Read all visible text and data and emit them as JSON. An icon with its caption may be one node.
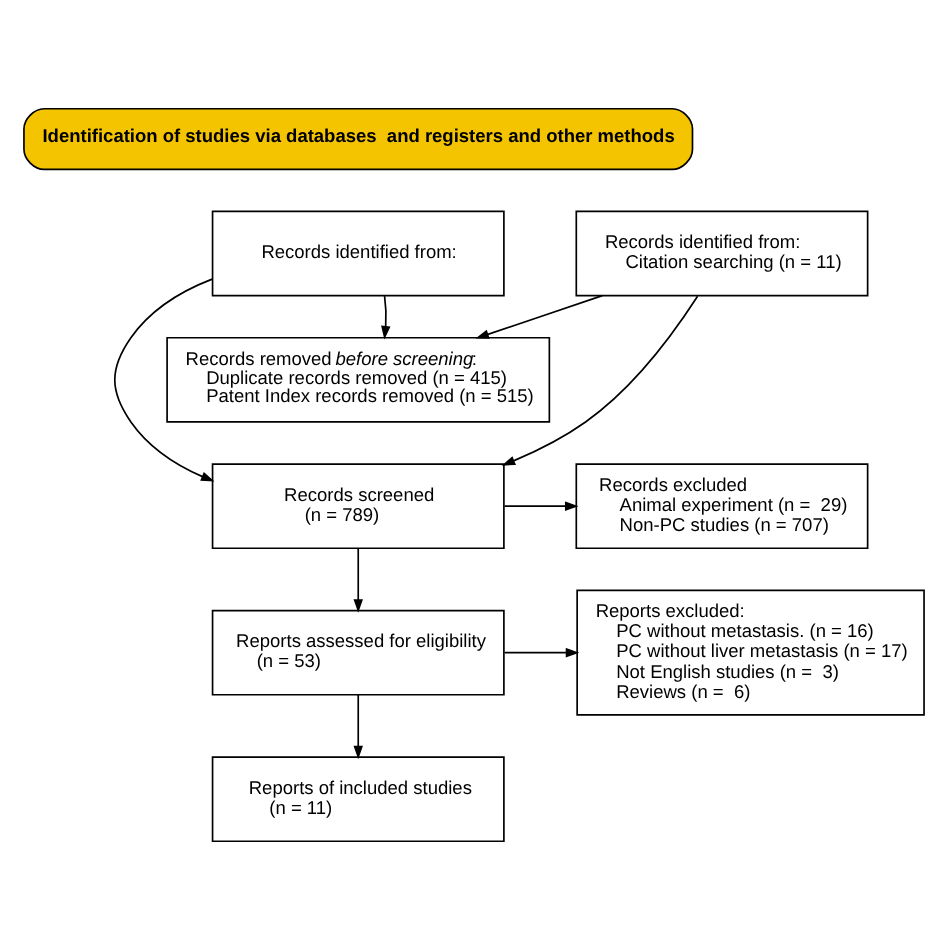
{
  "diagram": {
    "nodes": [
      {
        "text": [
          "Identification of studies via databases  and registers and other methods"
        ]
      },
      {
        "text": [
          "Records identified from:"
        ]
      },
      {
        "text": [
          "Records identified from:",
          "Citation searching (n = 11)"
        ]
      },
      {
        "text": [
          "Records removed *before screening*:",
          "Duplicate records removed (n = 415)",
          "Patent Index records removed (n = 515)"
        ]
      },
      {
        "text": [
          "Records screened",
          "(n = 789)"
        ]
      },
      {
        "text": [
          "Records excluded",
          "Animal experiment (n =  29)",
          "Non-PC studies (n = 707)"
        ]
      },
      {
        "text": [
          "Reports assessed for eligibility",
          "(n = 53)"
        ]
      },
      {
        "text": [
          "Reports excluded:",
          "PC without metastasis. (n = 16)",
          "PC without liver metastasis (n = 17)",
          "Not English studies (n =  3)",
          "Reviews (n =  6)"
        ]
      },
      {
        "text": [
          "Reports of included studies",
          "(n = 11)"
        ]
      }
    ],
    "edges": [
      {
        "from": 1,
        "to": 3,
        "arrow": "to"
      },
      {
        "from": 1,
        "to": 4,
        "arrow": "to"
      },
      {
        "from": 2,
        "to": 3,
        "arrow": "to"
      },
      {
        "from": 2,
        "to": 4,
        "arrow": "to"
      },
      {
        "from": 4,
        "to": 5,
        "arrow": "to"
      },
      {
        "from": 4,
        "to": 6,
        "arrow": "to"
      },
      {
        "from": 6,
        "to": 7,
        "arrow": "to"
      },
      {
        "from": 6,
        "to": 8,
        "arrow": "to"
      }
    ]
  }
}
